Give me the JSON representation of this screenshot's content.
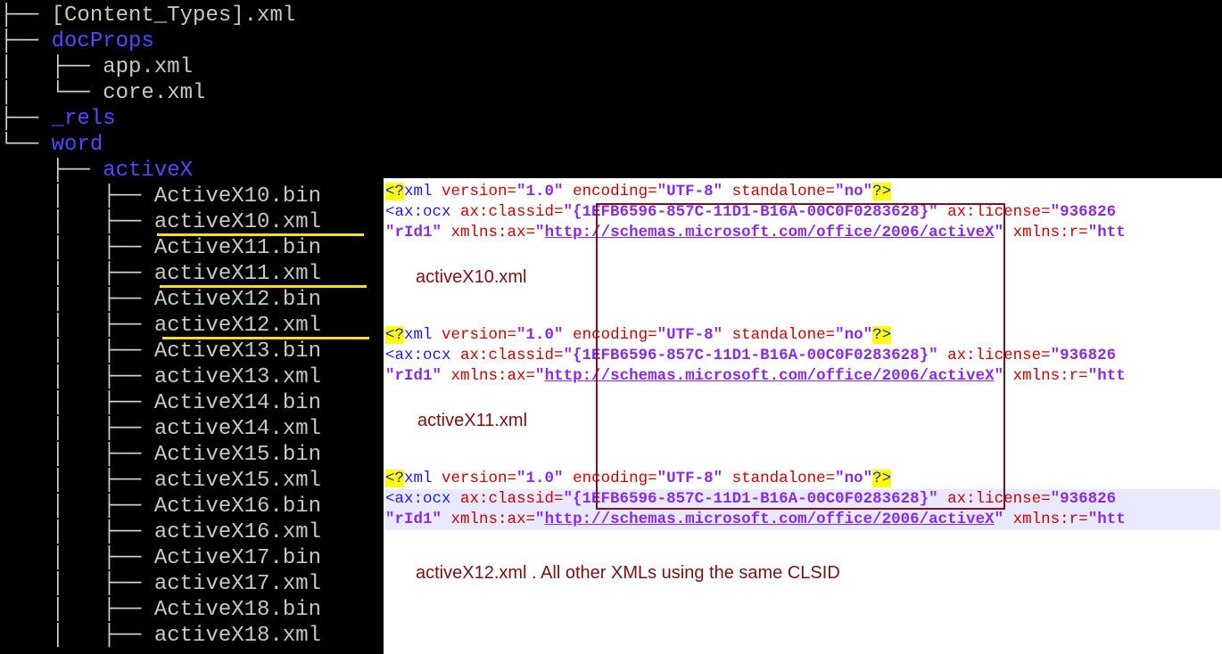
{
  "tree": {
    "lines": [
      {
        "prefix": "├── ",
        "name": "[Content_Types].xml",
        "kind": "file"
      },
      {
        "prefix": "├── ",
        "name": "docProps",
        "kind": "dir"
      },
      {
        "prefix": "│   ├── ",
        "name": "app.xml",
        "kind": "file"
      },
      {
        "prefix": "│   └── ",
        "name": "core.xml",
        "kind": "file"
      },
      {
        "prefix": "├── ",
        "name": "_rels",
        "kind": "dir"
      },
      {
        "prefix": "└── ",
        "name": "word",
        "kind": "dir"
      },
      {
        "prefix": "    ├── ",
        "name": "activeX",
        "kind": "dir"
      },
      {
        "prefix": "    │   ├── ",
        "name": "ActiveX10.bin",
        "kind": "file"
      },
      {
        "prefix": "    │   ├── ",
        "name": "activeX10.xml",
        "kind": "file",
        "underlined": true
      },
      {
        "prefix": "    │   ├── ",
        "name": "ActiveX11.bin",
        "kind": "file"
      },
      {
        "prefix": "    │   ├── ",
        "name": "activeX11.xml",
        "kind": "file",
        "underlined": true
      },
      {
        "prefix": "    │   ├── ",
        "name": "ActiveX12.bin",
        "kind": "file"
      },
      {
        "prefix": "    │   ├── ",
        "name": "activeX12.xml",
        "kind": "file",
        "underlined": true
      },
      {
        "prefix": "    │   ├── ",
        "name": "ActiveX13.bin",
        "kind": "file"
      },
      {
        "prefix": "    │   ├── ",
        "name": "activeX13.xml",
        "kind": "file"
      },
      {
        "prefix": "    │   ├── ",
        "name": "ActiveX14.bin",
        "kind": "file"
      },
      {
        "prefix": "    │   ├── ",
        "name": "activeX14.xml",
        "kind": "file"
      },
      {
        "prefix": "    │   ├── ",
        "name": "ActiveX15.bin",
        "kind": "file"
      },
      {
        "prefix": "    │   ├── ",
        "name": "activeX15.xml",
        "kind": "file"
      },
      {
        "prefix": "    │   ├── ",
        "name": "ActiveX16.bin",
        "kind": "file"
      },
      {
        "prefix": "    │   ├── ",
        "name": "activeX16.xml",
        "kind": "file"
      },
      {
        "prefix": "    │   ├── ",
        "name": "ActiveX17.bin",
        "kind": "file"
      },
      {
        "prefix": "    │   ├── ",
        "name": "activeX17.xml",
        "kind": "file"
      },
      {
        "prefix": "    │   ├── ",
        "name": "ActiveX18.bin",
        "kind": "file"
      },
      {
        "prefix": "    │   ├── ",
        "name": "activeX18.xml",
        "kind": "file"
      }
    ]
  },
  "xml": {
    "pi_open": "<?",
    "pi_close": "?>",
    "pi_name": "xml",
    "version_attr": " version=",
    "version_val": "\"1.0\"",
    "encoding_attr": " encoding=",
    "encoding_val": "\"UTF-8\"",
    "standalone_attr": " standalone=",
    "standalone_val": "\"no\"",
    "ocx_tag": "<ax:ocx",
    "classid_attr": " ax:classid=",
    "classid_val": "\"{1EFB6596-857C-11D1-B16A-00C0F0283628}\"",
    "license_attr": " ax:license=",
    "license_val": "\"936826",
    "rid_val": "\"rId1\"",
    "xmlns_ax_attr": " xmlns:ax=",
    "xmlns_ax_val_q": "\"",
    "xmlns_ax_url": "http://schemas.microsoft.com/office/2006/activeX",
    "xmlns_r_attr": " xmlns:r=",
    "xmlns_r_val": "\"htt"
  },
  "captions": [
    "activeX10.xml",
    "activeX11.xml",
    "activeX12.xml . All other XMLs using the same CLSID"
  ],
  "colors": {
    "underline": "#ffe000",
    "box": "#7b1020",
    "caption": "#7b1010"
  }
}
